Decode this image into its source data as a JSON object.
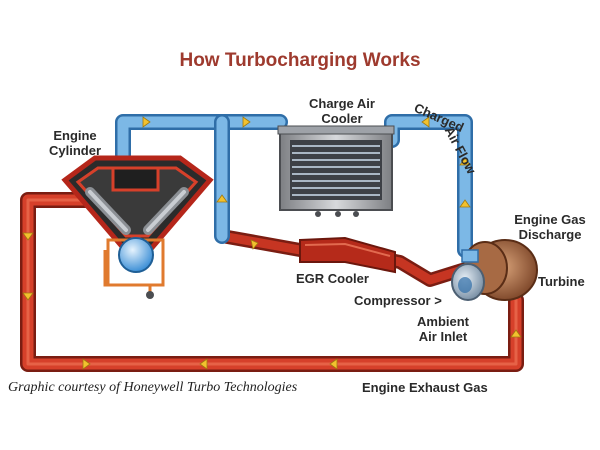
{
  "title": "How Turbocharging Works",
  "labels": {
    "engine_cylinder_1": "Engine",
    "engine_cylinder_2": "Cylinder",
    "charge_air_cooler_1": "Charge Air",
    "charge_air_cooler_2": "Cooler",
    "charged_air_flow_1": "Charged",
    "charged_air_flow_2": "Air Flow",
    "engine_gas_discharge_1": "Engine Gas",
    "engine_gas_discharge_2": "Discharge",
    "turbine": "Turbine",
    "egr_cooler": "EGR Cooler",
    "compressor": "Compressor >",
    "ambient_air_inlet_1": "Ambient",
    "ambient_air_inlet_2": "Air Inlet",
    "engine_exhaust_gas": "Engine Exhaust Gas"
  },
  "credit": "Graphic courtesy of Honeywell Turbo Technologies",
  "colors": {
    "title": "#9e3a2e",
    "air_pipe": "#6aa7dc",
    "exhaust_pipe": "#c8331f",
    "arrow": "#f2c12e"
  }
}
